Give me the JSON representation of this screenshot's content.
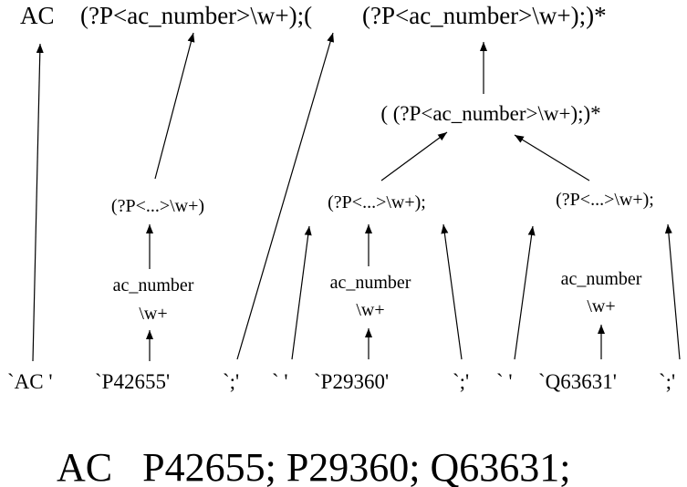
{
  "top": {
    "ac": "AC",
    "pattern_part1": "(?P<ac_number>\\w+);( ",
    "pattern_part2": "(?P<ac_number>\\w+);)*"
  },
  "group_node": "( (?P<ac_number>\\w+);)*",
  "nodes": {
    "n1": "(?P<...>\\w+)",
    "n2": "(?P<...>\\w+);",
    "n3": "(?P<...>\\w+);"
  },
  "leaf_labels": {
    "l1": {
      "name": "ac_number",
      "pattern": "\\w+"
    },
    "l2": {
      "name": "ac_number",
      "pattern": "\\w+"
    },
    "l3": {
      "name": "ac_number",
      "pattern": "\\w+"
    }
  },
  "tokens": {
    "t_ac": "`AC '",
    "t_p1": "`P42655'",
    "t_sep1": "`;'",
    "t_sp1": "` '",
    "t_p2": "`P29360'",
    "t_sep2": "`;'",
    "t_sp2": "` '",
    "t_p3": "`Q63631'",
    "t_sep3": "`;'"
  },
  "input_string": "AC   P42655; P29360; Q63631;"
}
